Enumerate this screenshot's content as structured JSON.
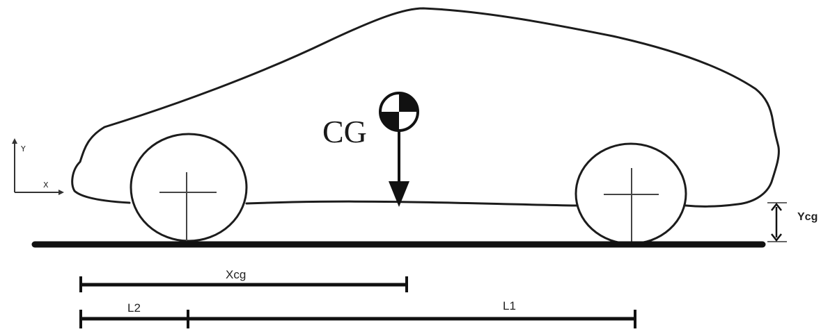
{
  "diagram": {
    "cg_label": "CG",
    "axis_y_label": "Y",
    "axis_x_label": "X",
    "ycg_label": "Ycg",
    "xcg_label": "Xcg",
    "l2_label": "L2",
    "l1_label": "L1"
  }
}
